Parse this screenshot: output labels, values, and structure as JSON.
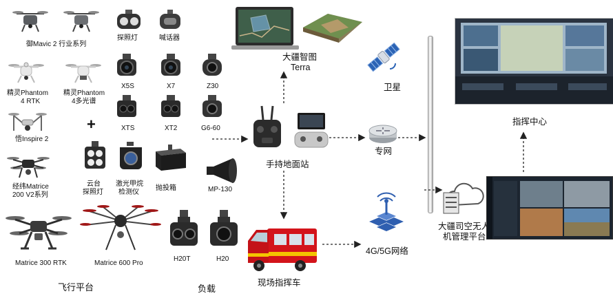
{
  "sections": {
    "flight_platform": "飞行平台",
    "payload": "负载",
    "onsite_vehicle": "现场指挥车",
    "handheld_station": "手持地面站",
    "terra_line1": "大疆智图",
    "terra_line2": "Terra",
    "satellite": "卫星",
    "private_net": "专网",
    "network_4g5g": "4G/5G网络",
    "command_center": "指挥中心",
    "platform_line1": "大疆司空无人",
    "platform_line2": "机管理平台"
  },
  "drones": {
    "mavic2": "御Mavic 2 行业系列",
    "phantom4rtk_1": "精灵Phantom",
    "phantom4rtk_2": "4 RTK",
    "phantom4ms_1": "精灵Phantom",
    "phantom4ms_2": "4多光谱",
    "inspire2": "悟Inspire 2",
    "m200_1": "经纬Matrice",
    "m200_2": "200 V2系列",
    "m300": "Matrice 300 RTK",
    "m600": "Matrice 600 Pro"
  },
  "payloads": {
    "spotlight": "探照灯",
    "speaker": "喊话器",
    "x5s": "X5S",
    "x7": "X7",
    "z30": "Z30",
    "xts": "XTS",
    "xt2": "XT2",
    "g660": "G6-60",
    "plus": "+",
    "gimbal_light_1": "云台",
    "gimbal_light_2": "探照灯",
    "methane_1": "激光甲烷",
    "methane_2": "检测仪",
    "dropper": "抛投箱",
    "mp130": "MP-130",
    "h20t": "H20T",
    "h20": "H20"
  },
  "colors": {
    "arrow": "#222222",
    "drone_body": "#5a5d61",
    "white_body": "#e8e8e8",
    "truck_red": "#d3141b",
    "satellite_blue": "#2b63b5",
    "network_blue": "#2f5fb0",
    "screen_dark": "#1c2530"
  }
}
